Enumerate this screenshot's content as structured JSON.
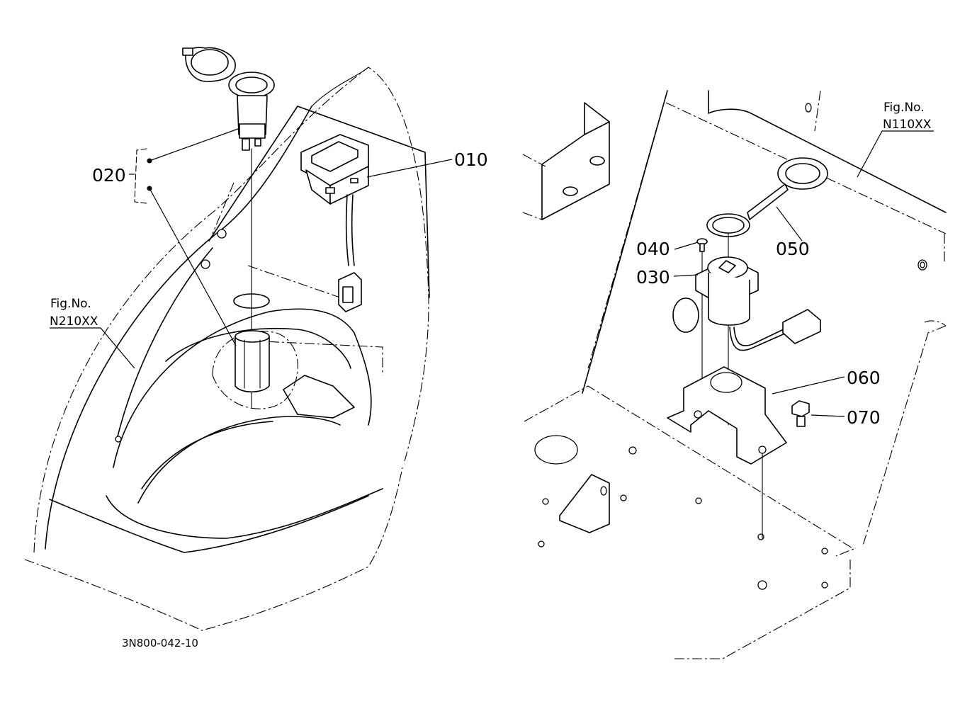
{
  "drawing_code": "3N800-042-10",
  "left_view": {
    "fig_ref": {
      "line1": "Fig.No.",
      "line2": "N210XX"
    },
    "callouts": [
      {
        "id": "010",
        "label": "010"
      },
      {
        "id": "020",
        "label": "020"
      }
    ]
  },
  "right_view": {
    "fig_ref": {
      "line1": "Fig.No.",
      "line2": "N110XX"
    },
    "callouts": [
      {
        "id": "030",
        "label": "030"
      },
      {
        "id": "040",
        "label": "040"
      },
      {
        "id": "050",
        "label": "050"
      },
      {
        "id": "060",
        "label": "060"
      },
      {
        "id": "070",
        "label": "070"
      }
    ]
  }
}
